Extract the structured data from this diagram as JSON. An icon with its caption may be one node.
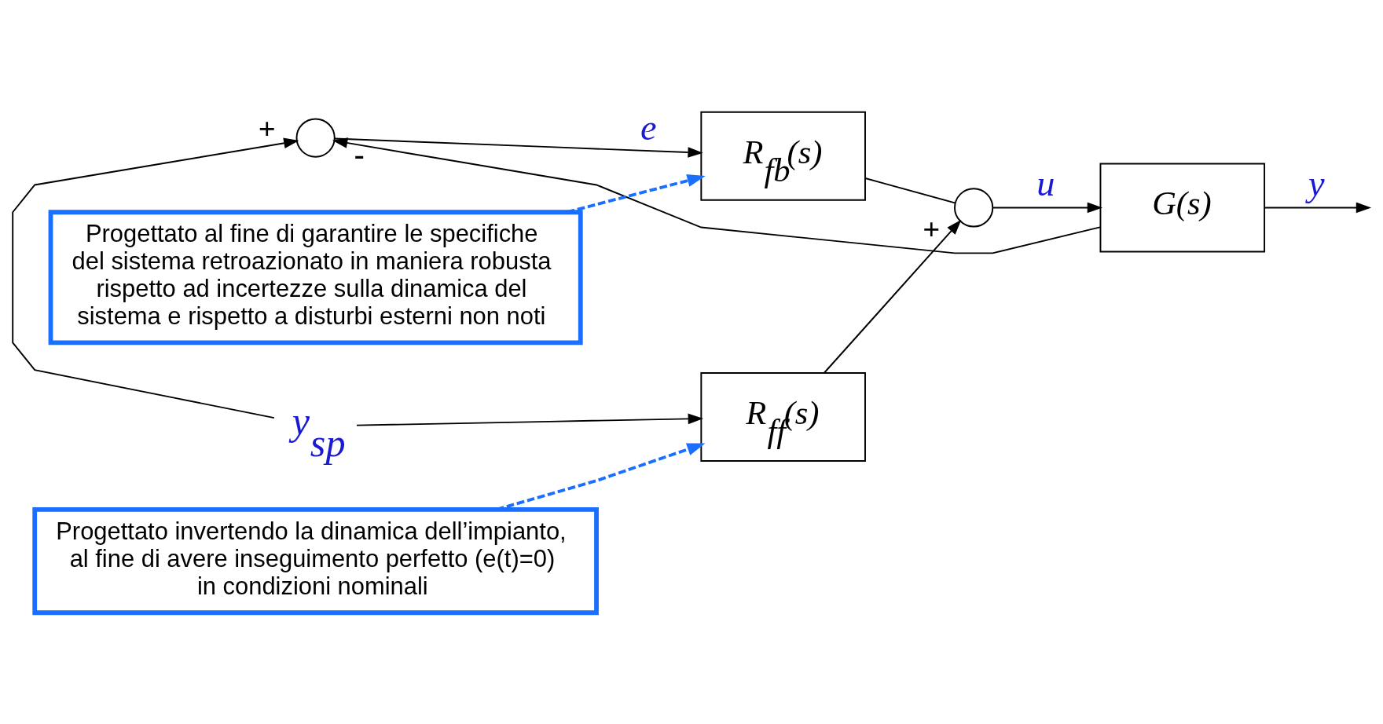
{
  "diagram": {
    "nodes": [
      {
        "text": [
          "R$_{ff}$(s)"
        ]
      },
      {
        "text": [],
        "shape": "circle"
      },
      {
        "text": [
          "R$_{fb}$(s)"
        ]
      },
      {
        "text": [],
        "shape": "circle"
      },
      {
        "text": [
          "G(s)"
        ]
      },
      {
        "text": [
          "Progettato invertendo la dinamica dell’impianto, al fine di avere inseguimento perfetto (e(t)=0) in condizioni nominali"
        ]
      },
      {
        "text": [
          "Progettato al fine di garantire le specifiche del sistema retroazionato in maniera robusta rispetto ad incertezze sulla dinamica del sistema e rispetto a disturbi esterni non noti"
        ]
      },
      {
        "text": [
          "y$_{sp}$"
        ]
      }
    ],
    "edges": [
      {
        "from": 7,
        "to": 1,
        "arrow": "to",
        "label": "+"
      },
      {
        "from": 7,
        "to": 0,
        "arrow": "to"
      },
      {
        "from": 1,
        "to": 2,
        "arrow": "to",
        "label": "e"
      },
      {
        "from": 0,
        "to": 3,
        "arrow": "to",
        "label": "+"
      },
      {
        "from": 2,
        "to": 3,
        "arrow": "none"
      },
      {
        "from": 3,
        "to": 4,
        "arrow": "to",
        "label": "u"
      },
      {
        "from": 4,
        "to": null,
        "arrow": "to",
        "label": "y"
      },
      {
        "from": 4,
        "to": 1,
        "arrow": "to",
        "label": "-"
      },
      {
        "from": 5,
        "to": 0,
        "arrow": "to",
        "style": "dashed",
        "color": "#1a6fff"
      },
      {
        "from": 6,
        "to": 2,
        "arrow": "to",
        "style": "dashed",
        "color": "#1a6fff"
      }
    ]
  }
}
